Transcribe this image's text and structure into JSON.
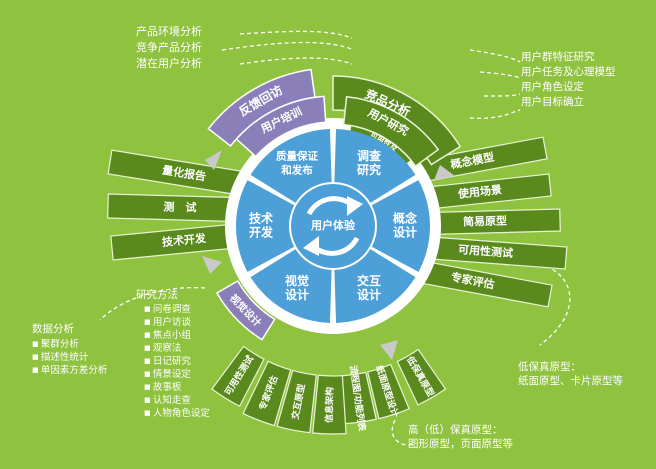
{
  "core": {
    "label": "用户体验"
  },
  "inner_sectors": [
    {
      "label": "调查研究",
      "lines": [
        "调查",
        "研究"
      ]
    },
    {
      "label": "概念设计",
      "lines": [
        "概念",
        "设计"
      ]
    },
    {
      "label": "交互设计",
      "lines": [
        "交互",
        "设计"
      ]
    },
    {
      "label": "视觉设计",
      "lines": [
        "视觉",
        "设计"
      ]
    },
    {
      "label": "技术开发",
      "lines": [
        "技术",
        "开发"
      ]
    },
    {
      "label": "质量保证和发布",
      "lines": [
        "质量保证",
        "和发布"
      ]
    }
  ],
  "ring_labels": {
    "competitive": "竞品分析",
    "user_research": "用户研究",
    "usability_goals": [
      "可用性及",
      "用户体验目标"
    ],
    "feedback": "反馈回访",
    "training": "用户培训",
    "visual_design": "视觉设计"
  },
  "right_bars": [
    "概念模型",
    "使用场景",
    "简易原型",
    "可用性测试",
    "专家评估"
  ],
  "left_bars": [
    "量化报告",
    "测　试",
    "技术开发"
  ],
  "bottom_spokes": [
    "低保真原型",
    "纸面原型设计",
    "流程图/功能列表",
    "信息架构",
    "交互原型",
    "专家评估",
    "可用性测试"
  ],
  "notes": {
    "top_left": [
      "产品环境分析",
      "竞争产品分析",
      "潜在用户分析"
    ],
    "top_right": [
      "用户群特征研究",
      "用户任务及心理模型",
      "用户角色设定",
      "用户目标确立"
    ],
    "research_methods": {
      "title": "研究方法",
      "items": [
        "问卷调查",
        "用户访谈",
        "焦点小组",
        "观察法",
        "日记研究",
        "情景设定",
        "故事板",
        "认知走查",
        "人物角色设定"
      ]
    },
    "data_analysis": {
      "title": "数据分析",
      "items": [
        "聚群分析",
        "描述性统计",
        "单因素方差分析"
      ]
    },
    "low_fidelity": {
      "title": "低保真原型：",
      "detail": "纸面原型、卡片原型等"
    },
    "high_fidelity": {
      "title": "高（低）保真原型：",
      "detail": "图形原型，页面原型等"
    }
  },
  "colors": {
    "background": "#8fc23f",
    "dark_green": "#5a8a1e",
    "purple": "#8b7fba",
    "blue": "#4d9fd8",
    "white": "#ffffff",
    "gray_arrow": "#c9c9c9"
  }
}
